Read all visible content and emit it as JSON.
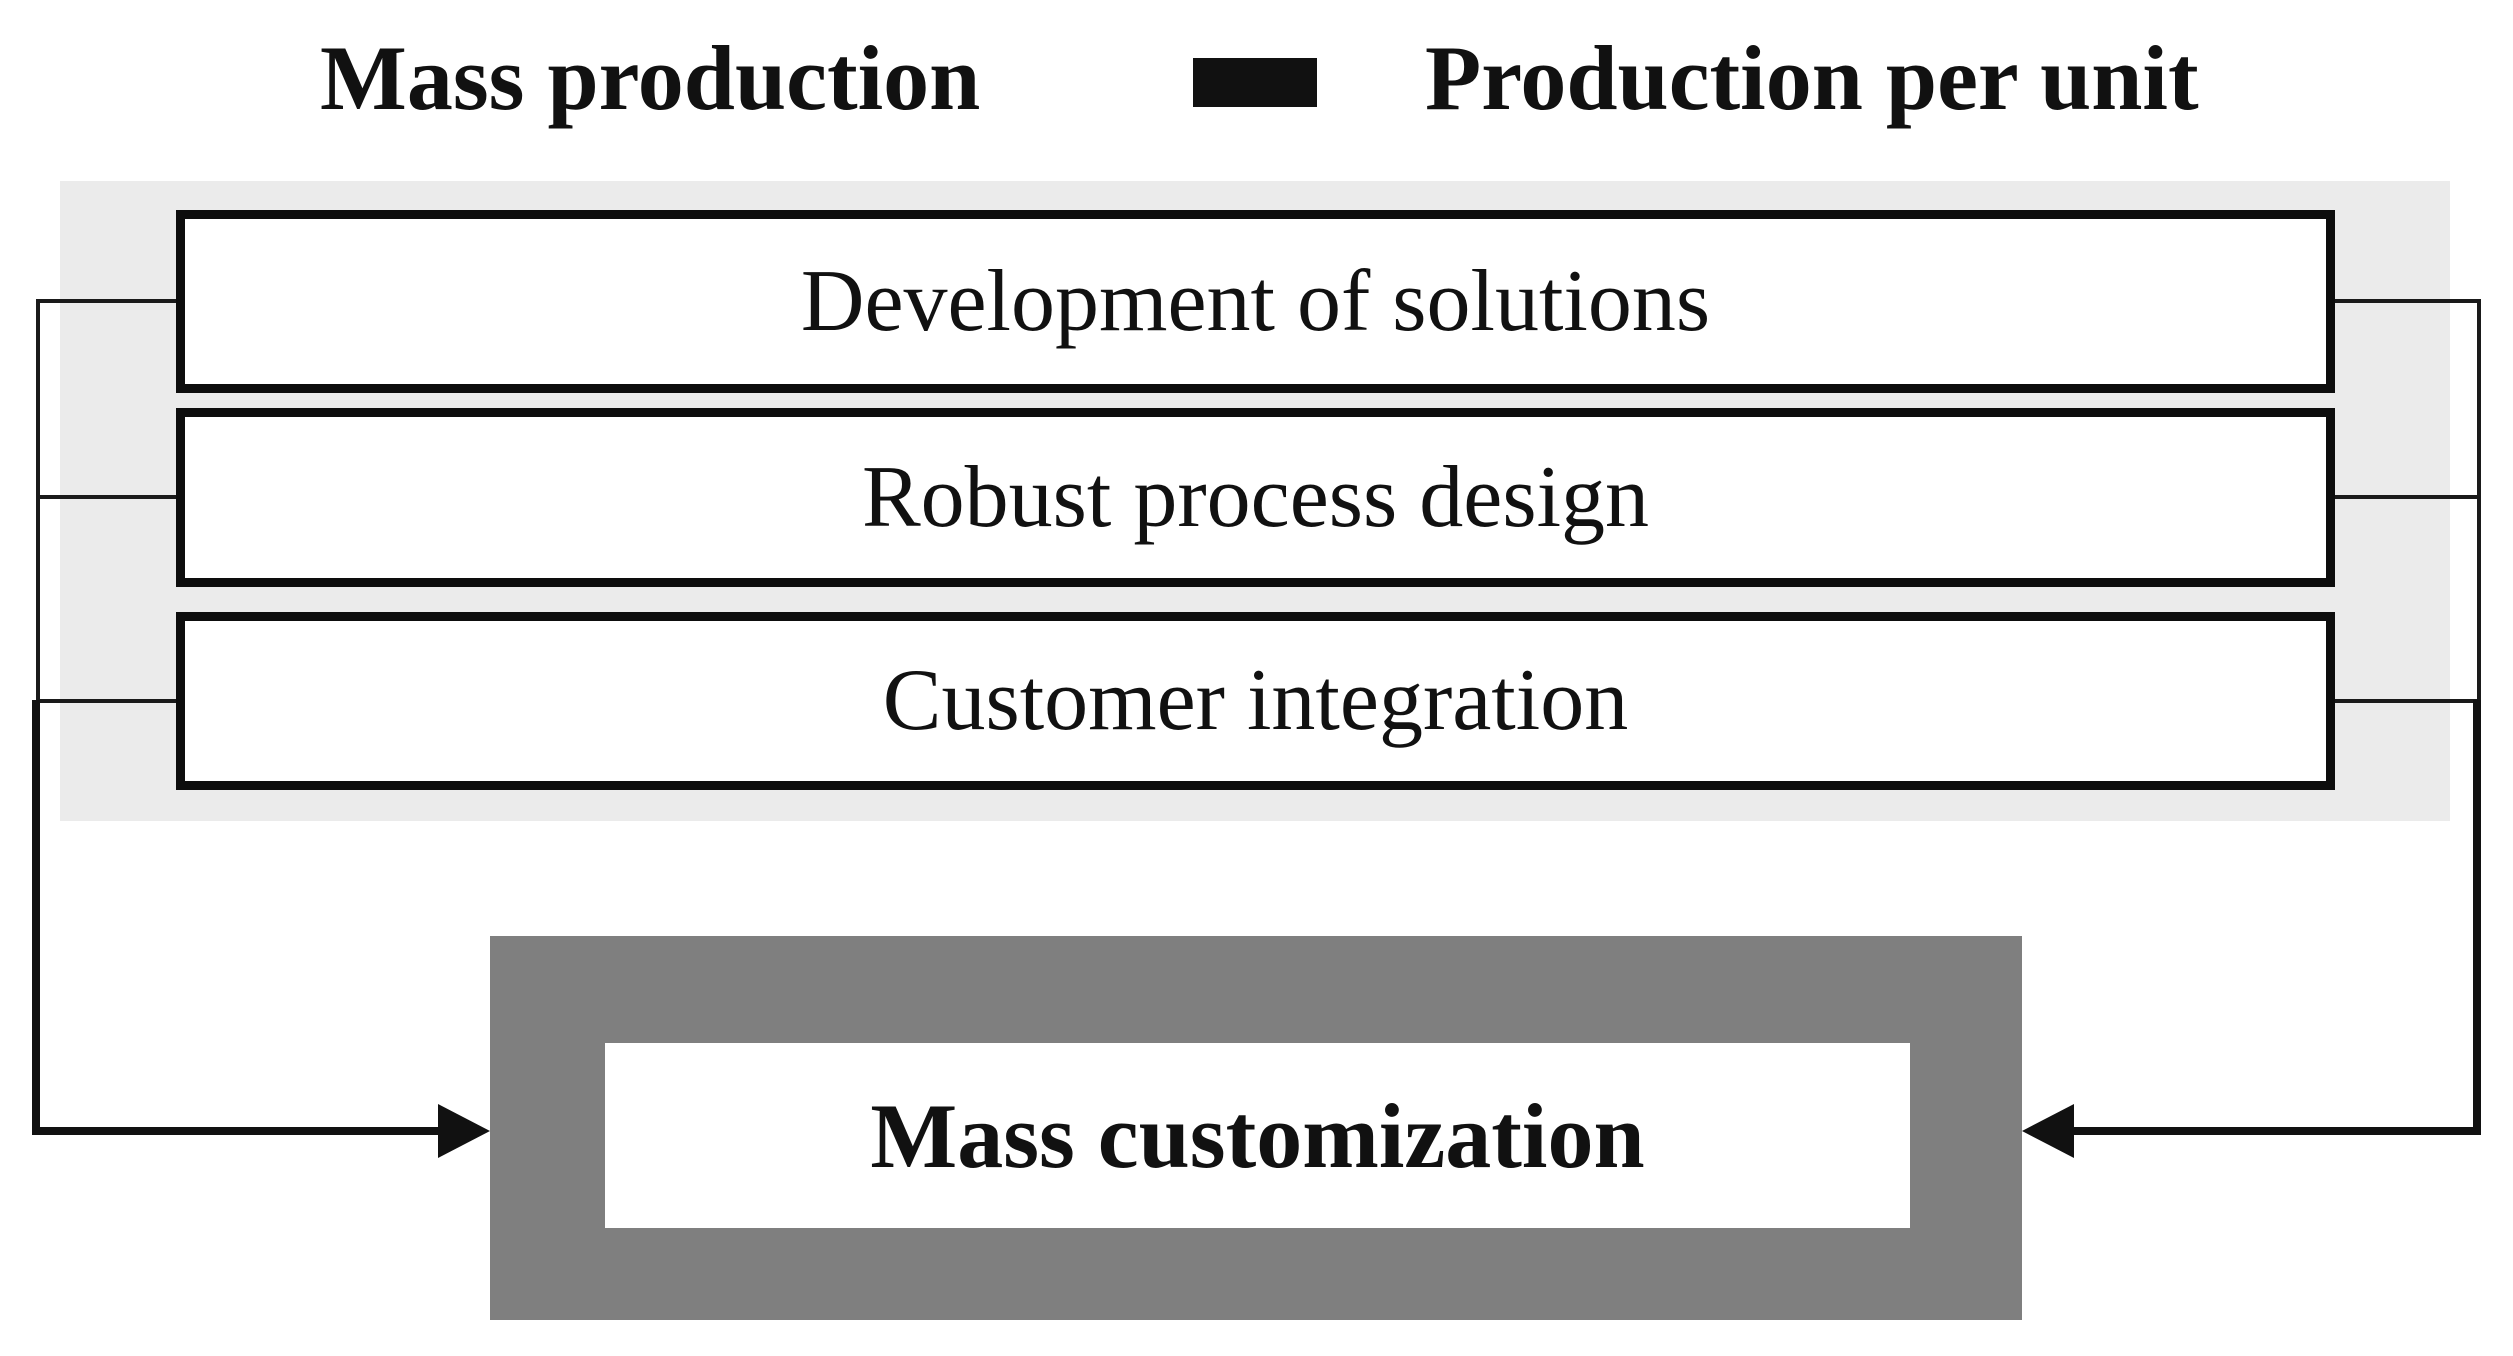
{
  "legend": {
    "left_label": "Mass production",
    "swatch_icon": "black-rectangle-swatch",
    "swatch_color": "#111111",
    "right_label": "Production per unit"
  },
  "panel": {
    "background_color": "#ebebeb",
    "boxes": [
      {
        "label": "Development of solutions"
      },
      {
        "label": "Robust process design"
      },
      {
        "label": "Customer integration"
      }
    ]
  },
  "result": {
    "label": "Mass customization",
    "frame_color": "#7f7f7f",
    "inner_background": "#ffffff"
  },
  "colors": {
    "line_black": "#111111",
    "box_border": "#0d0d0d",
    "page_background": "#ffffff"
  }
}
